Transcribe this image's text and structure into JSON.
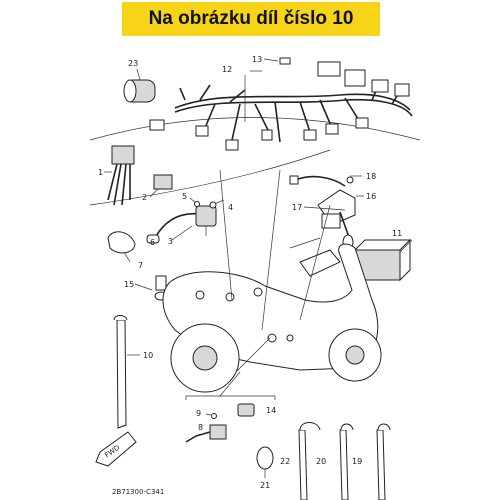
{
  "title": "Na obrázku díl číslo 10",
  "colors": {
    "banner": "#f7d417",
    "ink": "#222222"
  },
  "callouts": {
    "p1": "1",
    "p2": "2",
    "p3": "3",
    "p4": "4",
    "p5": "5",
    "p6": "6",
    "p7": "7",
    "p8": "8",
    "p9": "9",
    "p10": "10",
    "p11": "11",
    "p12": "12",
    "p13": "13",
    "p14": "14",
    "p15": "15",
    "p16": "16",
    "p17": "17",
    "p18": "18",
    "p19": "19",
    "p20": "20",
    "p21": "21",
    "p22": "22",
    "p23": "23"
  },
  "fwd_label": "FWD",
  "diagram_code": "2B71300-C341"
}
